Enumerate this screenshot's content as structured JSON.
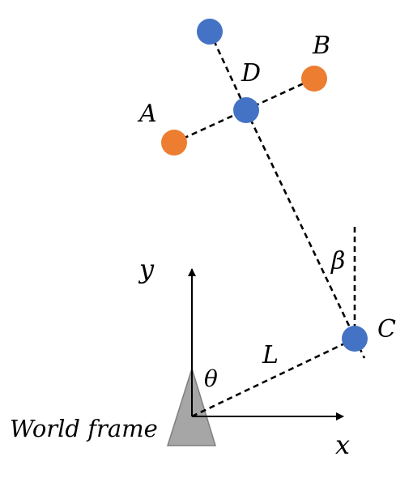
{
  "labels": {
    "A": "A",
    "B": "B",
    "C": "C",
    "D": "D",
    "L": "L",
    "beta": "β",
    "theta": "θ",
    "x_axis": "x",
    "y_axis": "y",
    "world_frame": "World frame"
  },
  "colors": {
    "blue_point": "#4472C4",
    "orange_point": "#ED7D31",
    "frame_marker_fill": "#A6A6A6",
    "frame_marker_stroke": "#7F7F7F",
    "line": "#000000"
  }
}
